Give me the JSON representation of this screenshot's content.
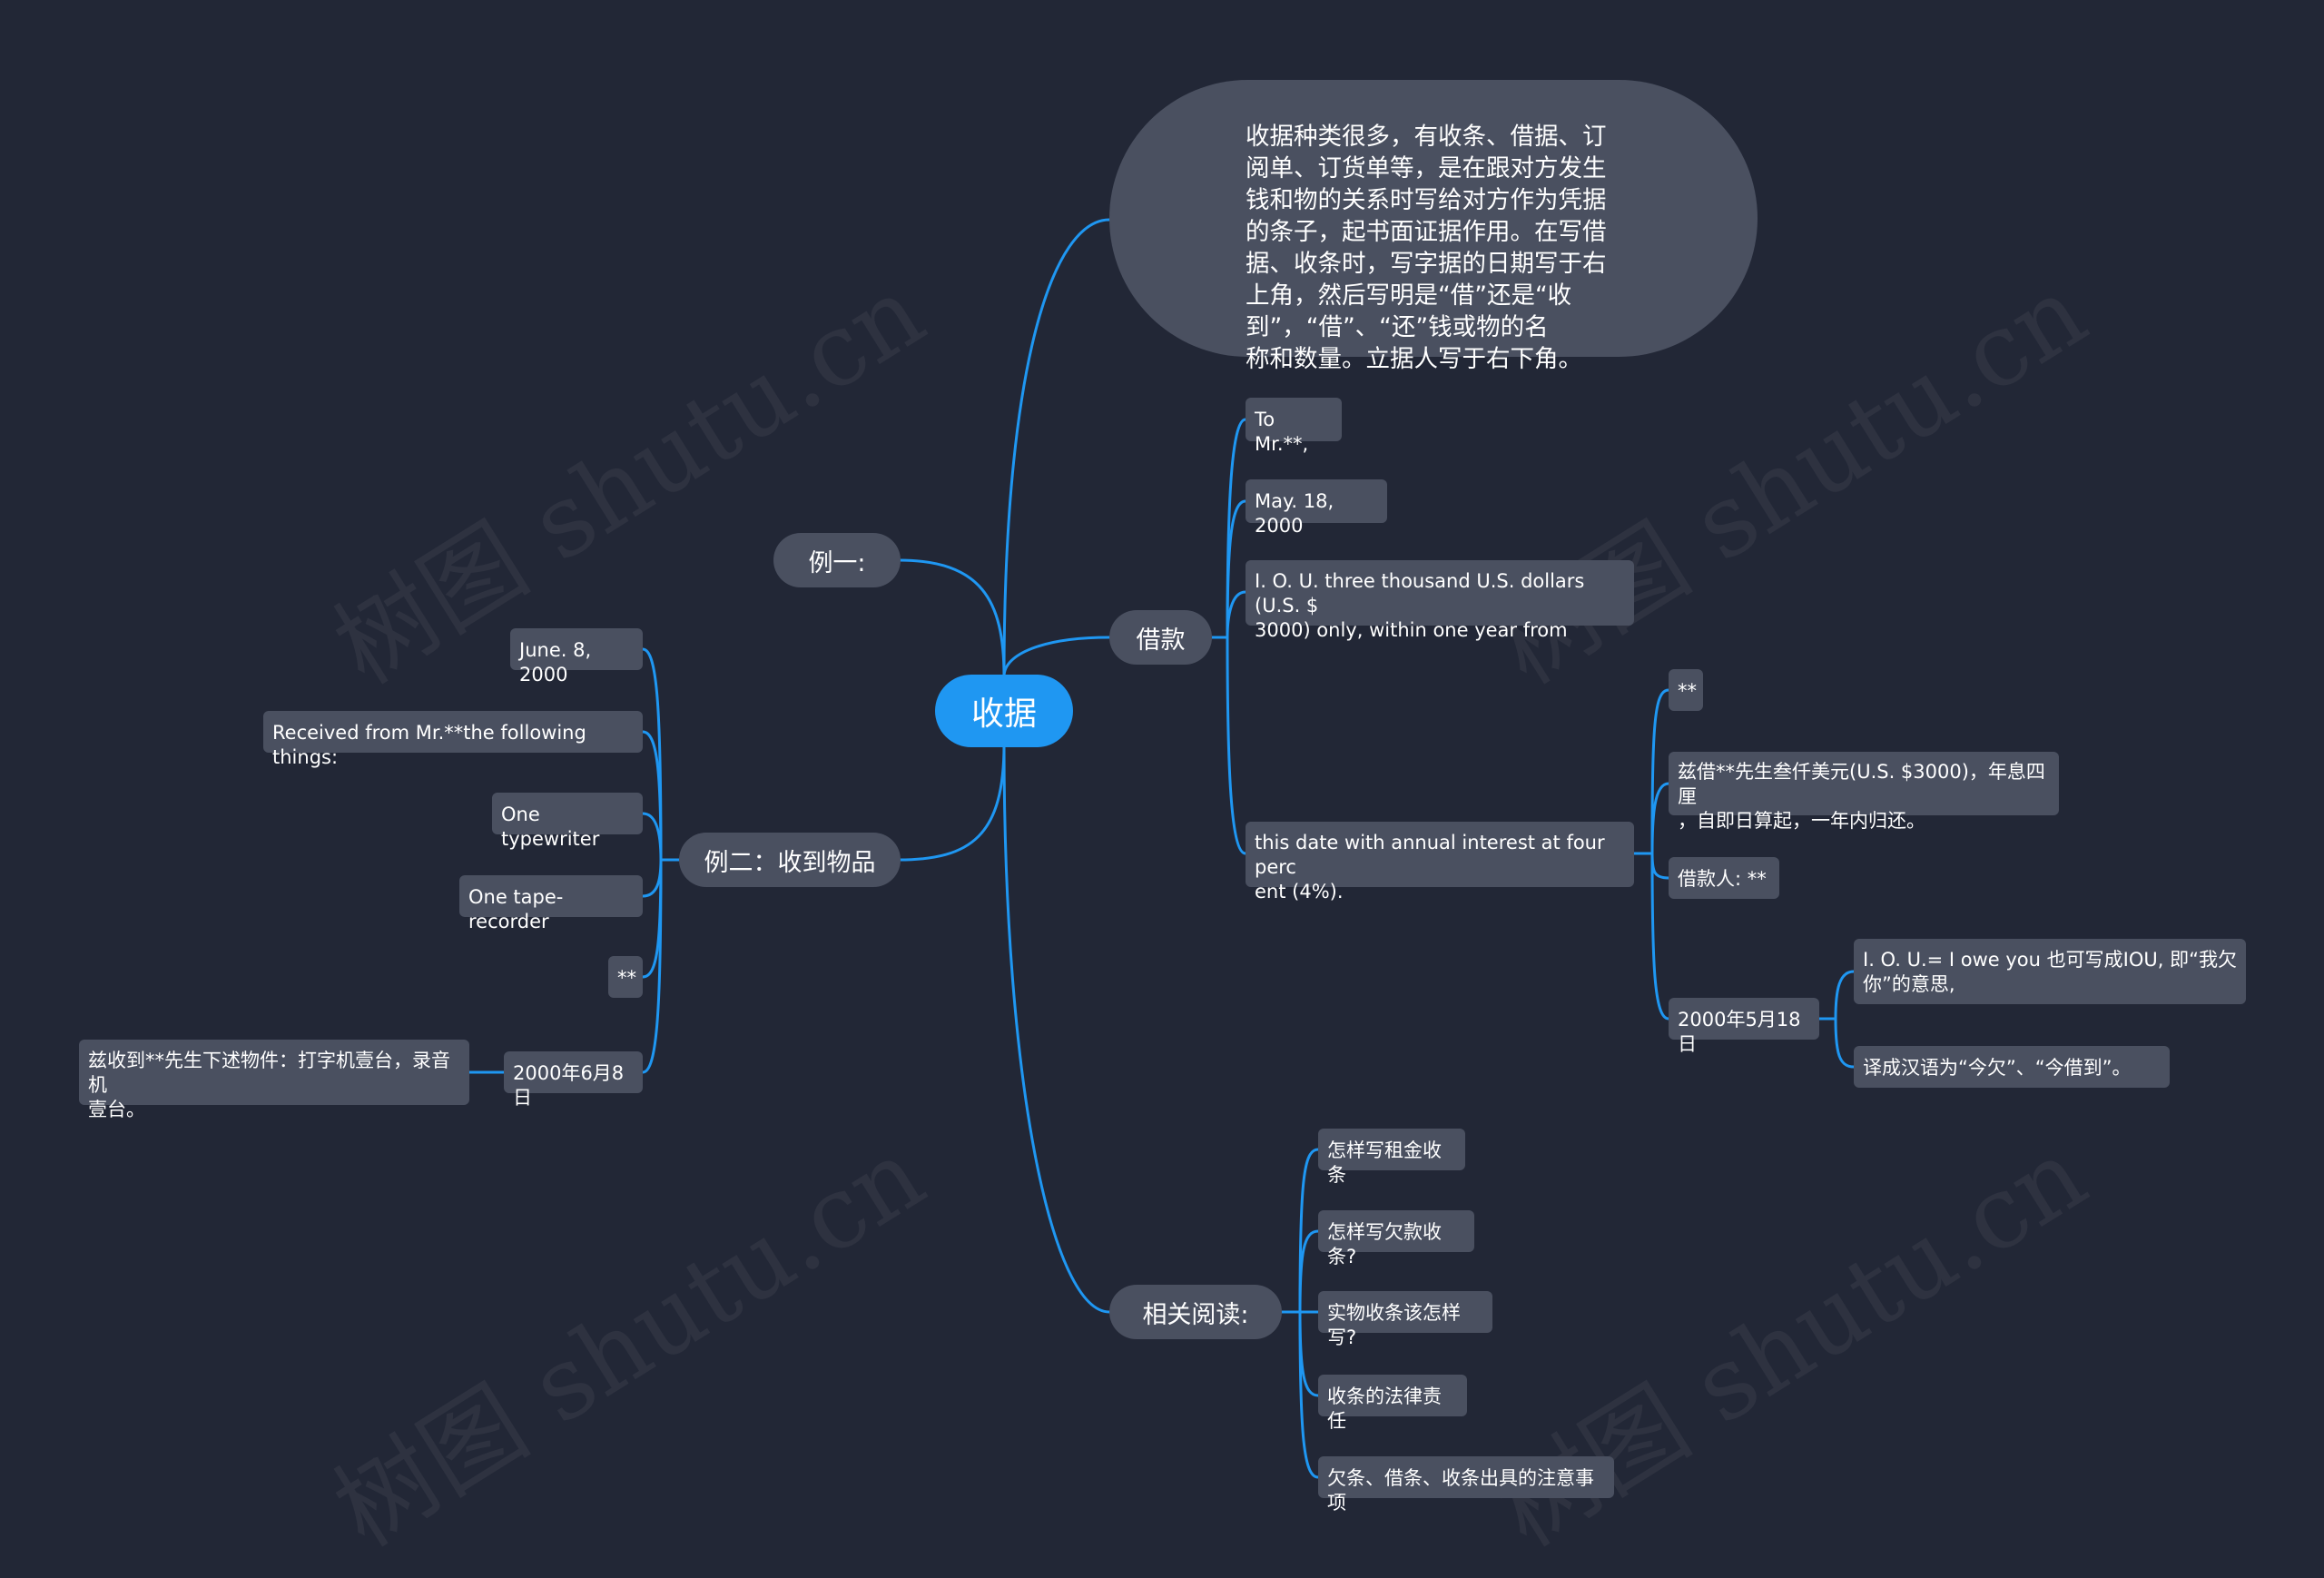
{
  "root": {
    "label": "收据"
  },
  "description": {
    "lines": [
      "收据种类很多，有收条、借据、订",
      "阅单、订货单等，是在跟对方发生",
      "钱和物的关系时写给对方作为凭据",
      "的条子，起书面证据作用。在写借",
      "据、收条时，写字据的日期写于右",
      "上角，然后写明是“借”还是“收",
      "到”，“借”、“还”钱或物的名",
      "称和数量。立据人写于右下角。"
    ]
  },
  "example1": {
    "label": "例一:"
  },
  "loan": {
    "label": "借款",
    "items": [
      "To Mr.**,",
      "May. 18, 2000",
      "I. O. U. three thousand U.S. dollars (U.S. $",
      "3000) only, within one year from",
      "this date with annual interest at four perc",
      "ent (4%)."
    ],
    "sub": {
      "stars": "**",
      "translation_l1": "兹借**先生叁仟美元(U.S. $3000)，年息四厘",
      "translation_l2": "，自即日算起，一年内归还。",
      "borrower": "借款人: **",
      "date": "2000年5月18日",
      "note1_l1": "I. O. U.= I owe you 也可写成IOU, 即“我欠",
      "note1_l2": "你”的意思,",
      "note2": "译成汉语为“今欠”、“今借到”。"
    }
  },
  "example2": {
    "label": "例二：收到物品",
    "items": {
      "date_en": "June. 8, 2000",
      "received": "Received from Mr.**the following things:",
      "typewriter": "One typewriter",
      "recorder": "One tape-recorder",
      "stars": "**",
      "date_cn": "2000年6月8日",
      "trans_l1": "兹收到**先生下述物件：打字机壹台，录音机",
      "trans_l2": "壹台。"
    }
  },
  "related": {
    "label": "相关阅读:",
    "items": [
      "怎样写租金收条",
      "怎样写欠款收条?",
      "实物收条该怎样写?",
      "收条的法律责任",
      "欠条、借条、收条出具的注意事项"
    ]
  },
  "watermark": "树图 shutu.cn",
  "colors": {
    "background": "#222736",
    "node": "#4a5060",
    "root": "#1f97f2",
    "line": "#1f97f2"
  }
}
